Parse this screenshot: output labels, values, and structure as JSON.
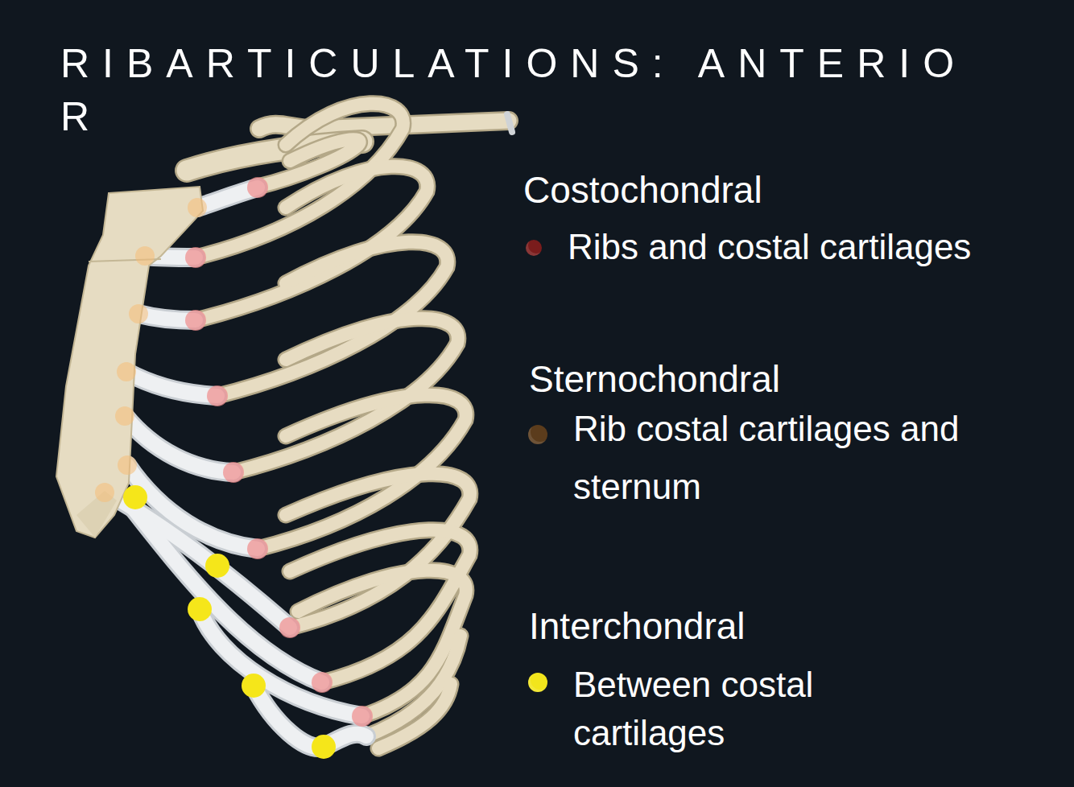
{
  "diagram": {
    "title": "RIBARTICULATIONS: ANTERIOR",
    "labels": [
      "Costochondral",
      "Sternochondral",
      "Interchondral"
    ],
    "legend": [
      {
        "text": "Ribs and costal cartilages",
        "color": "#7a1c1c"
      },
      {
        "text": "Rib costal cartilages and sternum",
        "color": "#5b3c1c"
      },
      {
        "text": "Between costal cartilages",
        "color": "#f2e51c"
      }
    ]
  }
}
